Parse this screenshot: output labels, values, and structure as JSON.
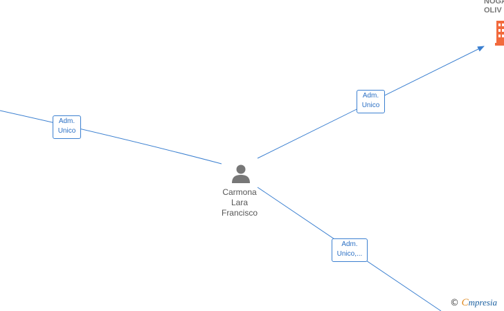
{
  "diagram": {
    "center_person": {
      "name_lines": [
        "Carmona",
        "Lara",
        "Francisco"
      ],
      "icon": "person-icon"
    },
    "company_node": {
      "name_lines": [
        "NOGA",
        "OLIV"
      ],
      "icon": "building-icon",
      "icon_color": "#f26a3d"
    },
    "edges": [
      {
        "id": "left",
        "label_lines": [
          "Adm.",
          "Unico"
        ]
      },
      {
        "id": "top-right",
        "label_lines": [
          "Adm.",
          "Unico"
        ]
      },
      {
        "id": "bottom-right",
        "label_lines": [
          "Adm.",
          "Unico,..."
        ]
      }
    ],
    "colors": {
      "edge": "#3a7fd0",
      "node_text": "#555555",
      "person_icon": "#777777"
    }
  },
  "watermark": {
    "copyright_symbol": "©",
    "brand_first": "C",
    "brand_rest": "mpresia"
  }
}
